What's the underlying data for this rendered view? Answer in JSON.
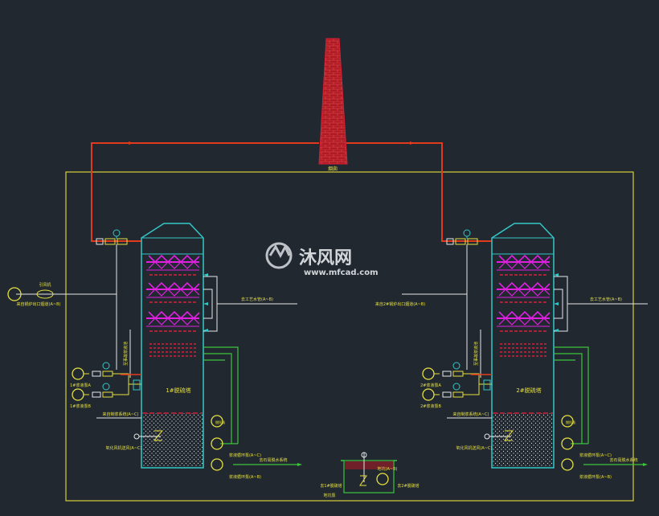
{
  "diagram": {
    "chimney_label": "烟囱",
    "watermark": {
      "brand": "沐风网",
      "url": "www.mfcad.com"
    },
    "left_unit": {
      "tower_label": "1#脱硫塔",
      "fan_label": "引风机",
      "flue_inlet_label": "来自锅炉出口烟道(A~B)",
      "process_water_label": "去工艺水管(A~B)",
      "pump_a_label": "1#浆液泵A",
      "pump_b_label": "1#浆液泵B",
      "vertical_note": "至事故浆液池",
      "slurry_inlet_label": "来自制浆系统(A~C)",
      "agitator_label": "搅拌器",
      "oxidation_label": "氧化风机送风(A~C)",
      "circ_pump_label": "浆液循环泵(A~C)",
      "discharge_label": "去石膏脱水系统",
      "bottom_pump_label": "浆液循环泵(A~B)"
    },
    "right_unit": {
      "tower_label": "2#脱硫塔",
      "flue_inlet_label": "来自2#锅炉出口烟道(A~B)",
      "process_water_label": "去工艺水管(A~B)",
      "pump_a_label": "2#浆液泵A",
      "pump_b_label": "2#浆液泵B",
      "vertical_note": "至事故浆液池",
      "slurry_inlet_label": "来自制浆系统(A~C)",
      "agitator_label": "搅拌器",
      "oxidation_label": "氧化风机送风(A~C)",
      "circ_pump_label": "浆液循环泵(A~C)",
      "discharge_label": "去石膏脱水系统",
      "bottom_pump_label": "浆液循环泵(A~B)"
    },
    "bottom_unit": {
      "pit_label": "地坑(A~B)",
      "left_label": "去1#脱硫塔",
      "right_label": "去2#脱硫塔",
      "pump_label": "地坑泵"
    },
    "colors": {
      "background": "#212830",
      "flue_line": "#e23a1d",
      "tower_outline": "#34c7c7",
      "boundary": "#d8cf3a",
      "spray_layer": "#e020e0",
      "demister": "#d8213a",
      "chimney_brick": "#b01a22",
      "water_line": "#3ec43e",
      "white_line": "#e6e6e6",
      "label_yellow": "#e6e040"
    }
  }
}
